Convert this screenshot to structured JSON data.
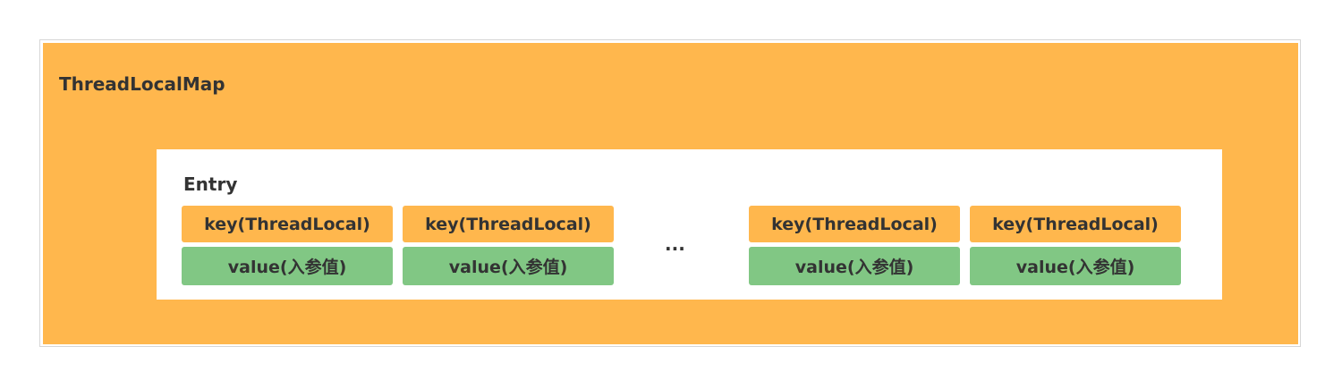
{
  "map": {
    "title": "ThreadLocalMap",
    "color": "#ffb74d"
  },
  "entry": {
    "title": "Entry",
    "ellipsis": "...",
    "items": [
      {
        "key": "key(ThreadLocal)",
        "value": "value(入参值)"
      },
      {
        "key": "key(ThreadLocal)",
        "value": "value(入参值)"
      },
      {
        "key": "key(ThreadLocal)",
        "value": "value(入参值)"
      },
      {
        "key": "key(ThreadLocal)",
        "value": "value(入参值)"
      }
    ]
  },
  "colors": {
    "key_fill": "#ffb74d",
    "value_fill": "#81c784",
    "text": "#333333"
  }
}
